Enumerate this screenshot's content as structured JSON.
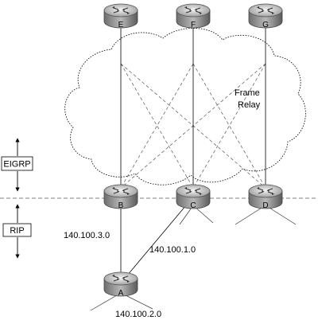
{
  "routers": [
    {
      "id": "E",
      "label": "E"
    },
    {
      "id": "F",
      "label": "F"
    },
    {
      "id": "G",
      "label": "G"
    },
    {
      "id": "B",
      "label": "B"
    },
    {
      "id": "C",
      "label": "C"
    },
    {
      "id": "D",
      "label": "D"
    },
    {
      "id": "A",
      "label": "A"
    }
  ],
  "cloud": {
    "line1": "Frame",
    "line2": "Relay"
  },
  "protocols": {
    "upper": "EIGRP",
    "lower": "RIP"
  },
  "networks": {
    "b_to_a": "140.100.3.0",
    "c_to_a": "140.100.1.0",
    "a_lan": "140.100.2.0"
  }
}
